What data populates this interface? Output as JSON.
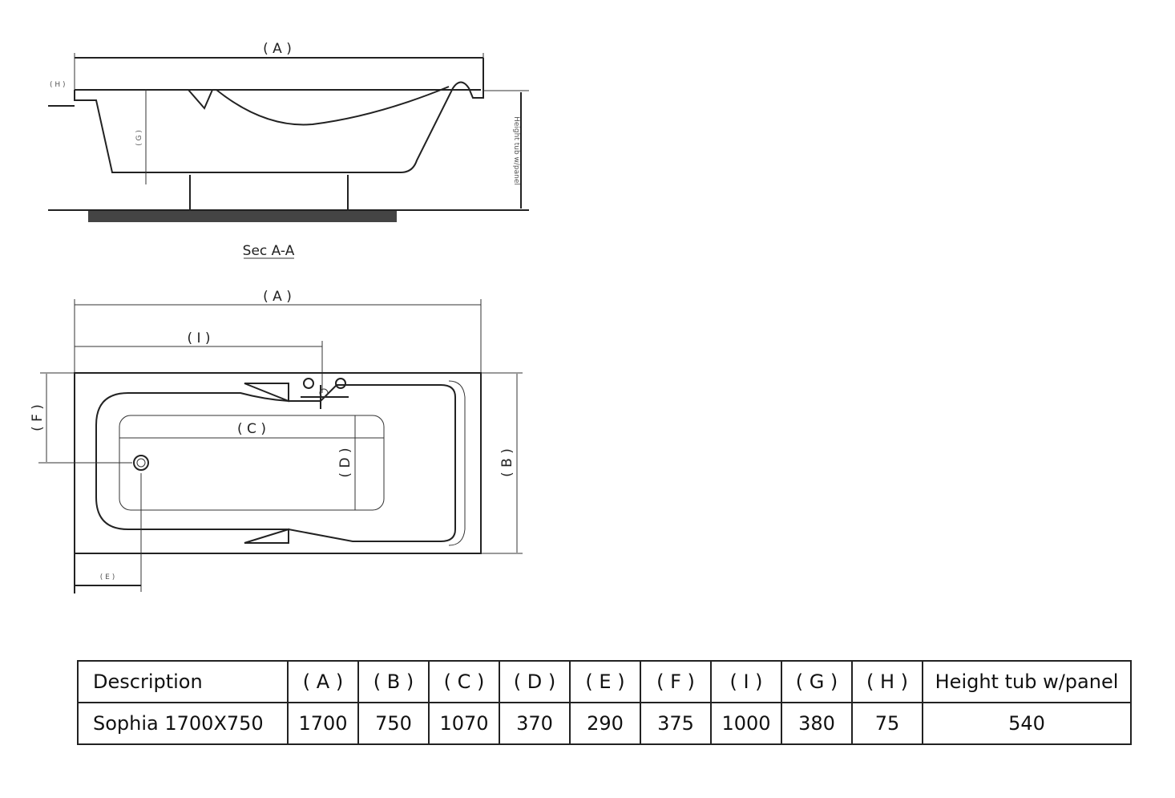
{
  "section_view": {
    "dim_a": "( A )",
    "dim_g": "( G )",
    "dim_h": "( H )",
    "height_label": "Height tub w/panel",
    "caption": "Sec A-A"
  },
  "plan_view": {
    "dim_a": "( A )",
    "dim_i": "( I )",
    "dim_c": "( C )",
    "dim_d": "( D )",
    "dim_b": "( B )",
    "dim_f": "( F )",
    "dim_e": "( E )"
  },
  "table": {
    "headers": [
      "Description",
      "( A )",
      "( B )",
      "( C )",
      "( D )",
      "( E )",
      "( F )",
      "( I )",
      "( G )",
      "( H )",
      "Height tub w/panel"
    ],
    "rows": [
      [
        "Sophia 1700X750",
        "1700",
        "750",
        "1070",
        "370",
        "290",
        "375",
        "1000",
        "380",
        "75",
        "540"
      ]
    ]
  }
}
